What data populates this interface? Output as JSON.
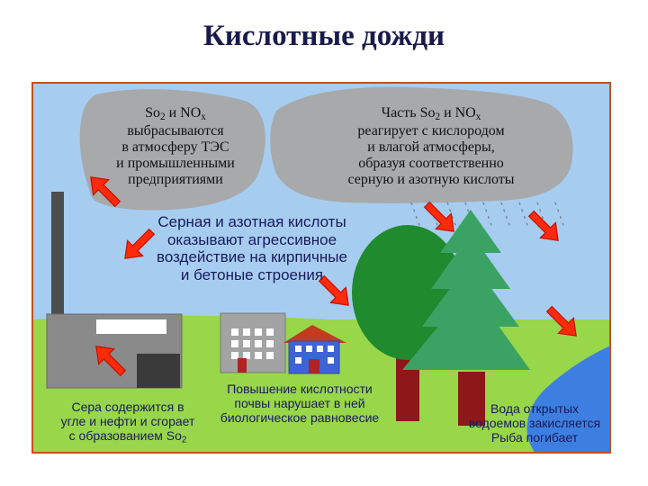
{
  "title": "Кислотные дожди",
  "cloud_left": {
    "line1_a": "So",
    "line1_sub_a": "2",
    "line1_b": " и NO",
    "line1_sub_b": "x",
    "lines": [
      "выбрасываются",
      "в атмосферу ТЭС",
      "и промышленными",
      "предприятиями"
    ]
  },
  "cloud_right": {
    "line1_a": "Часть So",
    "line1_sub_a": "2",
    "line1_b": " и NO",
    "line1_sub_b": "x",
    "lines": [
      "реагирует с кислородом",
      "и влагой атмосферы,",
      "образуя соответственно",
      "серную и азотную кислоты"
    ]
  },
  "center_note": {
    "lines": [
      "Серная и азотная кислоты",
      "оказывают агрессивное",
      "воздействие на кирпичные",
      "и бетоные строения"
    ]
  },
  "bottom_left": {
    "lines": [
      "Сера содержится в",
      "угле и нефти и сгорает"
    ],
    "last_a": "с образованием So",
    "last_sub": "2"
  },
  "bottom_center": {
    "lines": [
      "Повышение кислотности",
      "почвы нарушает в ней",
      "биологическое равновесие"
    ]
  },
  "bottom_right": {
    "lines": [
      "Вода открытых",
      "водоемов закисляется",
      "Рыба погибает"
    ]
  },
  "colors": {
    "sky": "#a6cdf0",
    "ground": "#98d64a",
    "cloud": "#a7a9ab",
    "arrow": "#ff2a0a",
    "arrow_edge": "#c01200",
    "border": "#c4511d",
    "tree_green": "#3aa364",
    "tree_round": "#1f8a2e",
    "trunk": "#8c1818",
    "water": "#3d7fe0"
  }
}
